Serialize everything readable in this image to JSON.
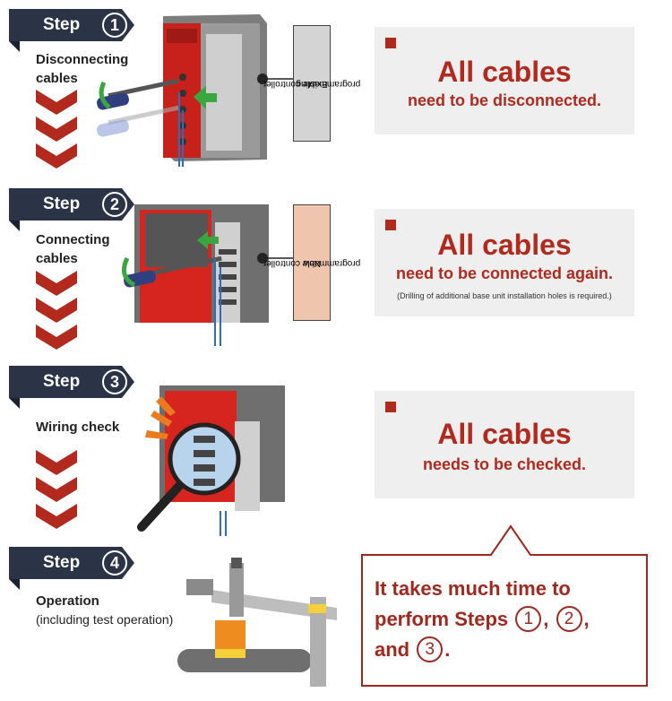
{
  "steps": [
    {
      "word": "Step",
      "number": "1",
      "label_line1": "Disconnecting",
      "label_line2": "cables"
    },
    {
      "word": "Step",
      "number": "2",
      "label_line1": "Connecting",
      "label_line2": "cables"
    },
    {
      "word": "Step",
      "number": "3",
      "label_line1": "Wiring check",
      "label_line2": ""
    },
    {
      "word": "Step",
      "number": "4",
      "label_line1": "Operation",
      "label_line2": "(including test operation)"
    }
  ],
  "tags": {
    "existing_line1": "Existing",
    "existing_line2": "programmable controller",
    "new_line1": "New",
    "new_line2": "programmable controller"
  },
  "panels": [
    {
      "headline": "All cables",
      "text": "need to be disconnected.",
      "note": ""
    },
    {
      "headline": "All cables",
      "text": "need to be connected again.",
      "note": "(Drilling of additional base unit installation holes is required.)"
    },
    {
      "headline": "All cables",
      "text": "needs to be checked.",
      "note": ""
    }
  ],
  "callout": {
    "line1": "It takes much time to",
    "line2_prefix": "perform Steps",
    "step_a": "1",
    "sep": ",",
    "step_b": "2",
    "line3_prefix": "and",
    "step_c": "3",
    "end": "."
  },
  "colors": {
    "navy": "#2a3446",
    "red": "#b2291e",
    "chevron": "#b2291e",
    "panel": "#efefef",
    "green": "#3aa640"
  }
}
